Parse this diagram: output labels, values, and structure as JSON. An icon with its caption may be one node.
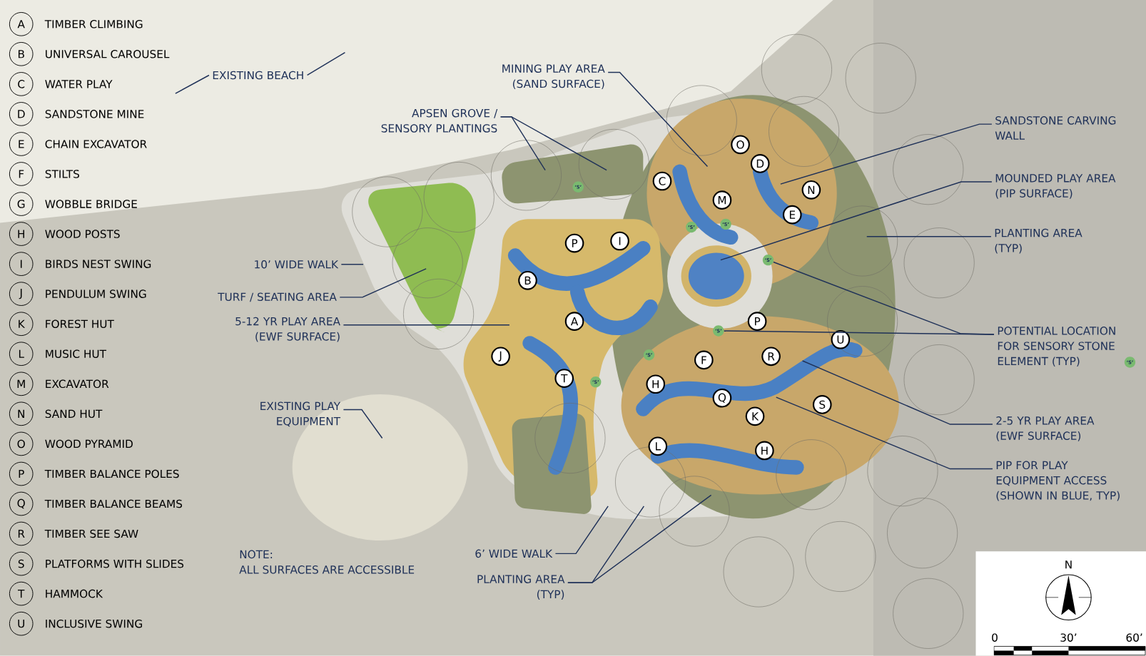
{
  "diagram": {
    "nodes": [
      {
        "text": [
          "A"
        ],
        "beside": [
          "TIMBER CLIMBING"
        ]
      },
      {
        "text": [
          "B"
        ],
        "beside": [
          "UNIVERSAL CAROUSEL"
        ]
      },
      {
        "text": [
          "C"
        ],
        "beside": [
          "WATER PLAY"
        ]
      },
      {
        "text": [
          "D"
        ],
        "beside": [
          "SANDSTONE MINE"
        ]
      },
      {
        "text": [
          "E"
        ],
        "beside": [
          "CHAIN EXCAVATOR"
        ]
      },
      {
        "text": [
          "F"
        ],
        "beside": [
          "STILTS"
        ]
      },
      {
        "text": [
          "G"
        ],
        "beside": [
          "WOBBLE BRIDGE"
        ]
      },
      {
        "text": [
          "H"
        ],
        "beside": [
          "WOOD POSTS"
        ]
      },
      {
        "text": [
          "I"
        ],
        "beside": [
          "BIRDS NEST SWING"
        ]
      },
      {
        "text": [
          "J"
        ],
        "beside": [
          "PENDULUM SWING"
        ]
      },
      {
        "text": [
          "K"
        ],
        "beside": [
          "FOREST HUT"
        ]
      },
      {
        "text": [
          "L"
        ],
        "beside": [
          "MUSIC HUT"
        ]
      },
      {
        "text": [
          "M"
        ],
        "beside": [
          "EXCAVATOR"
        ]
      },
      {
        "text": [
          "N"
        ],
        "beside": [
          "SAND HUT"
        ]
      },
      {
        "text": [
          "O"
        ],
        "beside": [
          "WOOD PYRAMID"
        ]
      },
      {
        "text": [
          "P"
        ],
        "beside": [
          "TIMBER BALANCE POLES"
        ]
      },
      {
        "text": [
          "Q"
        ],
        "beside": [
          "TIMBER BALANCE BEAMS"
        ]
      },
      {
        "text": [
          "R"
        ],
        "beside": [
          "TIMBER SEE SAW"
        ]
      },
      {
        "text": [
          "S"
        ],
        "beside": [
          "PLATFORMS WITH SLIDES"
        ]
      },
      {
        "text": [
          "T"
        ],
        "beside": [
          "HAMMOCK"
        ]
      },
      {
        "text": [
          "U"
        ],
        "beside": [
          "INCLUSIVE SWING"
        ]
      },
      {
        "text": [
          "O"
        ]
      },
      {
        "text": [
          "D"
        ]
      },
      {
        "text": [
          "C"
        ]
      },
      {
        "text": [
          "N"
        ]
      },
      {
        "text": [
          "M"
        ]
      },
      {
        "text": [
          "E"
        ]
      },
      {
        "text": [
          "P"
        ]
      },
      {
        "text": [
          "I"
        ]
      },
      {
        "text": [
          "B"
        ]
      },
      {
        "text": [
          "A"
        ]
      },
      {
        "text": [
          "J"
        ]
      },
      {
        "text": [
          "T"
        ]
      },
      {
        "text": [
          "P"
        ]
      },
      {
        "text": [
          "U"
        ]
      },
      {
        "text": [
          "F"
        ]
      },
      {
        "text": [
          "R"
        ]
      },
      {
        "text": [
          "H"
        ]
      },
      {
        "text": [
          "Q"
        ]
      },
      {
        "text": [
          "S"
        ]
      },
      {
        "text": [
          "K"
        ]
      },
      {
        "text": [
          "L"
        ]
      },
      {
        "text": [
          "H"
        ]
      },
      {
        "text": [
          "‘S’"
        ]
      },
      {
        "text": [
          "‘S’"
        ]
      },
      {
        "text": [
          "‘S’"
        ]
      },
      {
        "text": [
          "‘S’"
        ]
      },
      {
        "text": [
          "‘S’"
        ]
      },
      {
        "text": [
          "‘S’"
        ]
      },
      {
        "text": [
          "‘S’"
        ]
      },
      {
        "text": [
          "‘S’"
        ]
      },
      {
        "text": [
          "EXISTING BEACH"
        ]
      },
      {
        "text": [
          "MINING PLAY AREA (SAND SURFACE)"
        ]
      },
      {
        "text": [
          "APSEN GROVE / SENSORY PLANTINGS"
        ]
      },
      {
        "text": [
          "SANDSTONE CARVING WALL"
        ]
      },
      {
        "text": [
          "MOUNDED PLAY AREA (PIP SURFACE)"
        ]
      },
      {
        "text": [
          "PLANTING AREA (TYP)"
        ]
      },
      {
        "text": [
          "POTENTIAL LOCATION FOR SENSORY STONE ELEMENT (TYP)"
        ]
      },
      {
        "text": [
          "2-5 YR PLAY AREA (EWF SURFACE)"
        ]
      },
      {
        "text": [
          "PIP FOR PLAY EQUIPMENT ACCESS (SHOWN IN BLUE, TYP)"
        ]
      },
      {
        "text": [
          "10’ WIDE WALK"
        ]
      },
      {
        "text": [
          "TURF / SEATING AREA"
        ]
      },
      {
        "text": [
          "5-12 YR PLAY AREA (EWF SURFACE)"
        ]
      },
      {
        "text": [
          "EXISTING PLAY EQUIPMENT"
        ]
      },
      {
        "text": [
          "6’ WIDE WALK"
        ]
      },
      {
        "text": [
          "PLANTING AREA (TYP)"
        ]
      }
    ],
    "edges": [
      {
        "from": 51,
        "to": null,
        "arrow": "none"
      },
      {
        "from": 51,
        "to": null,
        "arrow": "none"
      },
      {
        "from": 52,
        "to": null,
        "arrow": "none"
      },
      {
        "from": 53,
        "to": null,
        "arrow": "none"
      },
      {
        "from": 53,
        "to": null,
        "arrow": "none"
      },
      {
        "from": 54,
        "to": null,
        "arrow": "none"
      },
      {
        "from": 55,
        "to": null,
        "arrow": "none"
      },
      {
        "from": 56,
        "to": null,
        "arrow": "none"
      },
      {
        "from": 57,
        "to": 46,
        "arrow": "none"
      },
      {
        "from": 57,
        "to": 47,
        "arrow": "none"
      },
      {
        "from": 58,
        "to": null,
        "arrow": "none"
      },
      {
        "from": 59,
        "to": null,
        "arrow": "none"
      },
      {
        "from": 60,
        "to": null,
        "arrow": "none"
      },
      {
        "from": 61,
        "to": null,
        "arrow": "none"
      },
      {
        "from": 62,
        "to": null,
        "arrow": "none"
      },
      {
        "from": 63,
        "to": null,
        "arrow": "none"
      },
      {
        "from": 64,
        "to": null,
        "arrow": "none"
      },
      {
        "from": 65,
        "to": null,
        "arrow": "none"
      },
      {
        "from": 65,
        "to": null,
        "arrow": "none"
      }
    ],
    "labels": [
      "NOTE:",
      "ALL SURFACES ARE ACCESSIBLE",
      "N",
      "0",
      "30’",
      "60’"
    ]
  }
}
